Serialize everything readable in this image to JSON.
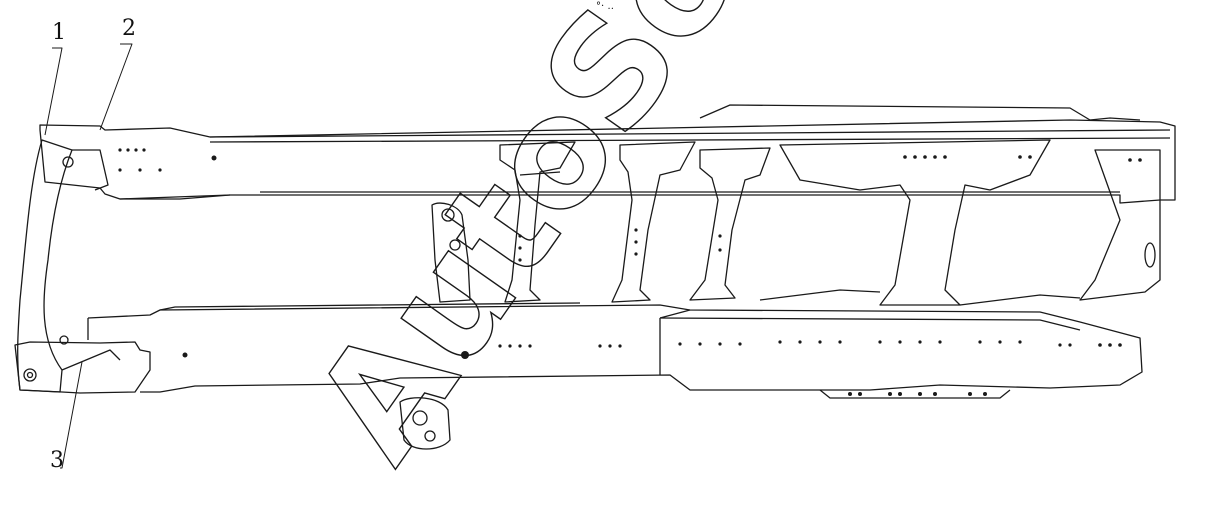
{
  "diagram": {
    "callouts": [
      {
        "id": "1",
        "text": "1"
      },
      {
        "id": "2",
        "text": "2"
      },
      {
        "id": "3",
        "text": "3"
      }
    ],
    "top_mark": "°· ‥",
    "watermark": "AutoSoft",
    "colors": {
      "line": "#1a1a1a",
      "paper": "#ffffff",
      "watermark_stroke": "#1a1a1a"
    }
  }
}
